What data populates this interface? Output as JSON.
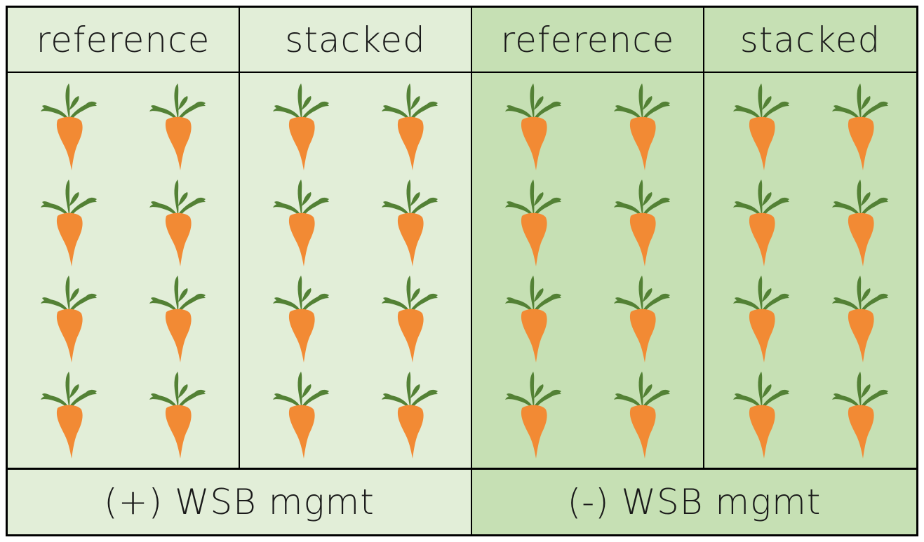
{
  "headers": [
    "reference",
    "stacked",
    "reference",
    "stacked"
  ],
  "footers": [
    "(+) WSB mgmt",
    "(-) WSB mgmt"
  ],
  "colors": {
    "light": "#e2eed8",
    "dark": "#c6e0b4",
    "carrot": "#f28a34",
    "leaf": "#538135"
  },
  "carrot_rows": 4,
  "carrot_cols_per_plot": 2,
  "icon": "carrot-icon"
}
